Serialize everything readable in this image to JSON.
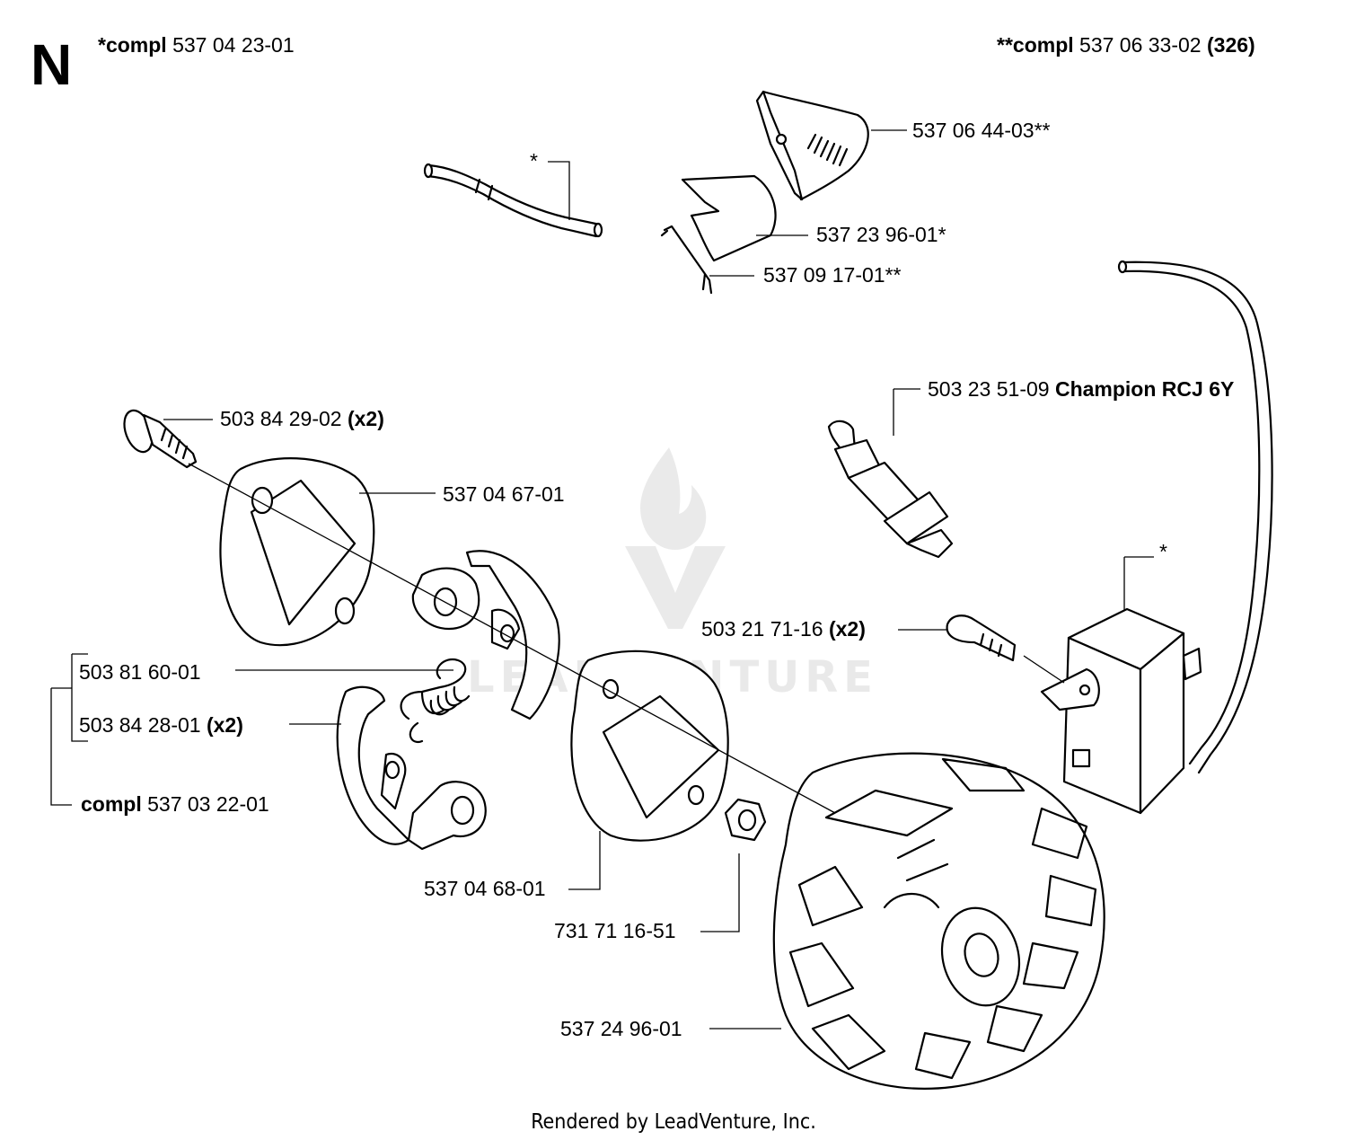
{
  "section": {
    "letter": "N"
  },
  "header": {
    "left": {
      "prefix": "*compl",
      "number": "537 04 23-01"
    },
    "right": {
      "prefix": "**compl",
      "number": "537 06 33-02",
      "suffix": "(326)"
    }
  },
  "parts": {
    "star_hose": "*",
    "cover": "537 06 44-03**",
    "plate": "537 23 96-01*",
    "wire": "537 09 17-01**",
    "spark_plug": {
      "number": "503 23 51-09",
      "suffix": "Champion RCJ 6Y"
    },
    "bolt": {
      "number": "503 84 29-02",
      "suffix": "(x2)"
    },
    "washer_plate": "537 04 67-01",
    "module_star": "*",
    "screw": {
      "number": "503 21 71-16",
      "suffix": "(x2)"
    },
    "spring": "503 81 60-01",
    "shoe": {
      "number": "503 84 28-01",
      "suffix": "(x2)"
    },
    "clutch_compl": {
      "prefix": "compl",
      "number": "537 03 22-01"
    },
    "rear_plate": "537 04 68-01",
    "nut": "731 71 16-51",
    "flywheel": "537 24 96-01"
  },
  "watermark": "LEADVENTURE",
  "footer": "Rendered by LeadVenture, Inc."
}
